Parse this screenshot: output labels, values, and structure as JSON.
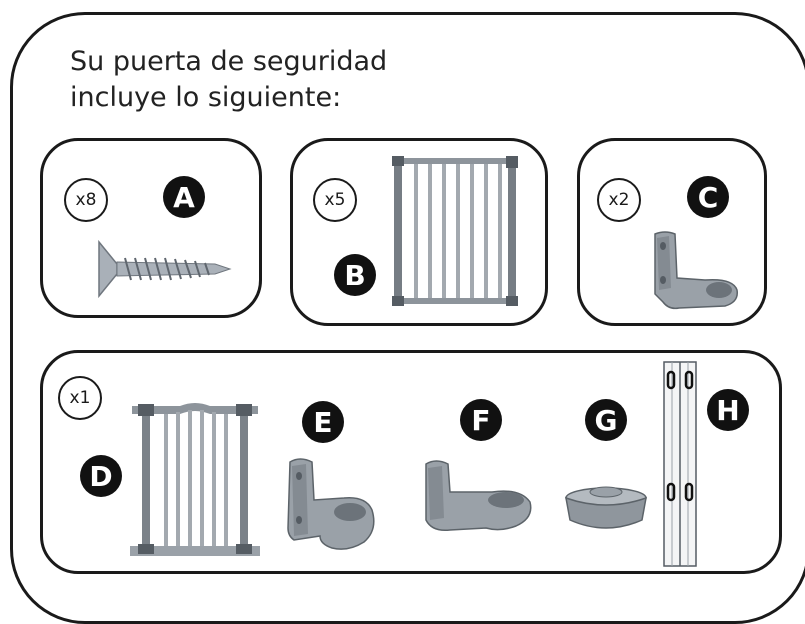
{
  "title": {
    "line1": "Su puerta de seguridad",
    "line2": "incluye lo siguiente:"
  },
  "parts": [
    {
      "letter": "A",
      "qty": "x8",
      "icon": "screw-icon"
    },
    {
      "letter": "B",
      "qty": "x5",
      "icon": "extension-panel-icon"
    },
    {
      "letter": "C",
      "qty": "x2",
      "icon": "wall-bracket-icon"
    },
    {
      "letter": "D",
      "qty": "x1",
      "icon": "gate-frame-icon"
    },
    {
      "letter": "E",
      "icon": "hinge-bracket-icon"
    },
    {
      "letter": "F",
      "icon": "hinge-bracket-icon"
    },
    {
      "letter": "G",
      "icon": "cup-icon"
    },
    {
      "letter": "H",
      "icon": "posts-icon"
    }
  ],
  "colors": {
    "outline": "#1a1a1a",
    "letter_badge": "#111111",
    "part_gray": "#9aa0a6"
  }
}
